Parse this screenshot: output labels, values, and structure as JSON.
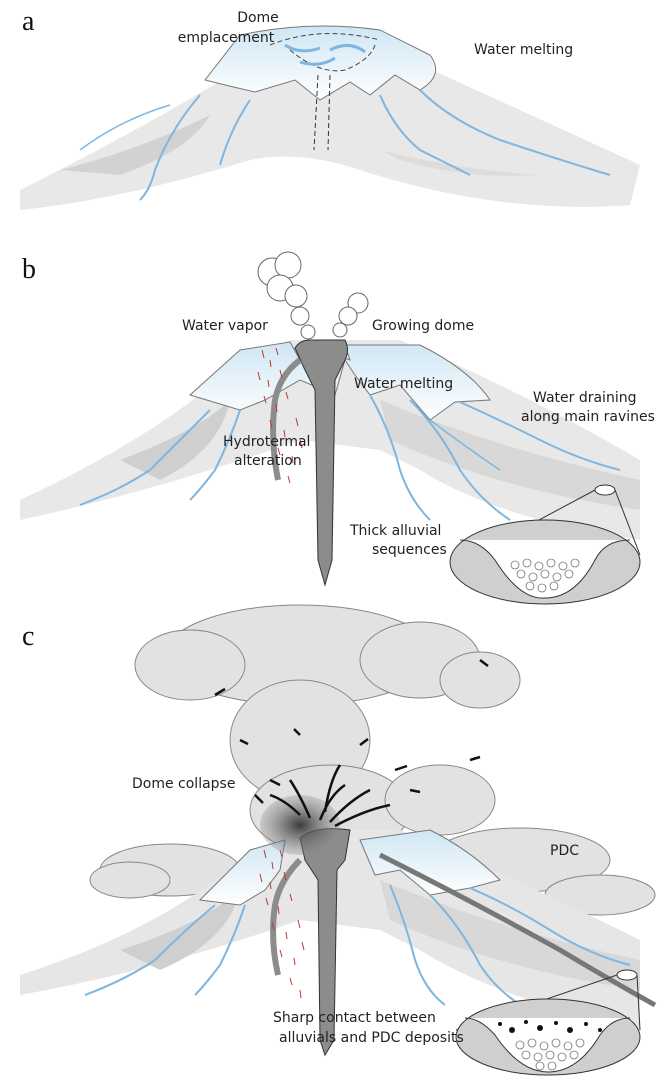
{
  "panels": [
    {
      "letter": "a",
      "labels": {
        "dome_1": "Dome",
        "dome_2": "emplacement",
        "water_melting": "Water melting"
      }
    },
    {
      "letter": "b",
      "labels": {
        "water_vapor": "Water vapor",
        "growing_dome": "Growing dome",
        "water_melting": "Water melting",
        "draining_1": "Water draining",
        "draining_2": "along main ravines",
        "hydro_1": "Hydrotermal",
        "hydro_2": "alteration",
        "alluvial_1": "Thick alluvial",
        "alluvial_2": "sequences"
      }
    },
    {
      "letter": "c",
      "labels": {
        "dome_collapse": "Dome collapse",
        "pdc": "PDC",
        "sharp_1": "Sharp contact between",
        "sharp_2": "alluvials and PDC deposits"
      }
    }
  ],
  "colors": {
    "ice": "#dcedf5",
    "water": "#7fb6df",
    "flank": "#e6e6e6",
    "flank_dark": "#cfcfcf",
    "conduit": "#8c8c8c",
    "alteration": "#c0392b",
    "cloud": "#e0e0e0"
  }
}
